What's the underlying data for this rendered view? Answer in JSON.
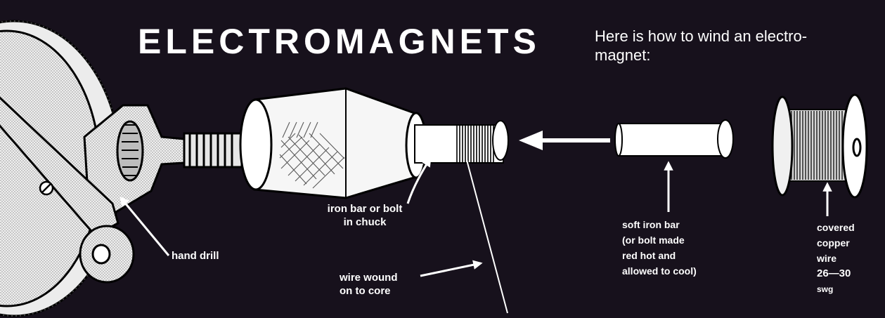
{
  "title": "ELECTROMAGNETS",
  "intro": {
    "line1": "Here is how to wind an electro-",
    "line2": "magnet:"
  },
  "labels": {
    "iron_bar_in_chuck": [
      "iron bar or bolt",
      "in chuck"
    ],
    "hand_drill": "hand drill",
    "wire_wound": [
      "wire wound",
      "on to core"
    ],
    "soft_iron_bar": [
      "soft iron bar",
      "(or bolt made",
      "red hot and",
      "allowed to cool)"
    ],
    "covered_copper_wire": [
      "covered",
      "copper",
      "wire",
      "26—30",
      "swg"
    ]
  },
  "colors": {
    "background": "#17111c",
    "ink": "#ffffff",
    "drill_body": "#e2e2e2",
    "outline": "#000000"
  }
}
